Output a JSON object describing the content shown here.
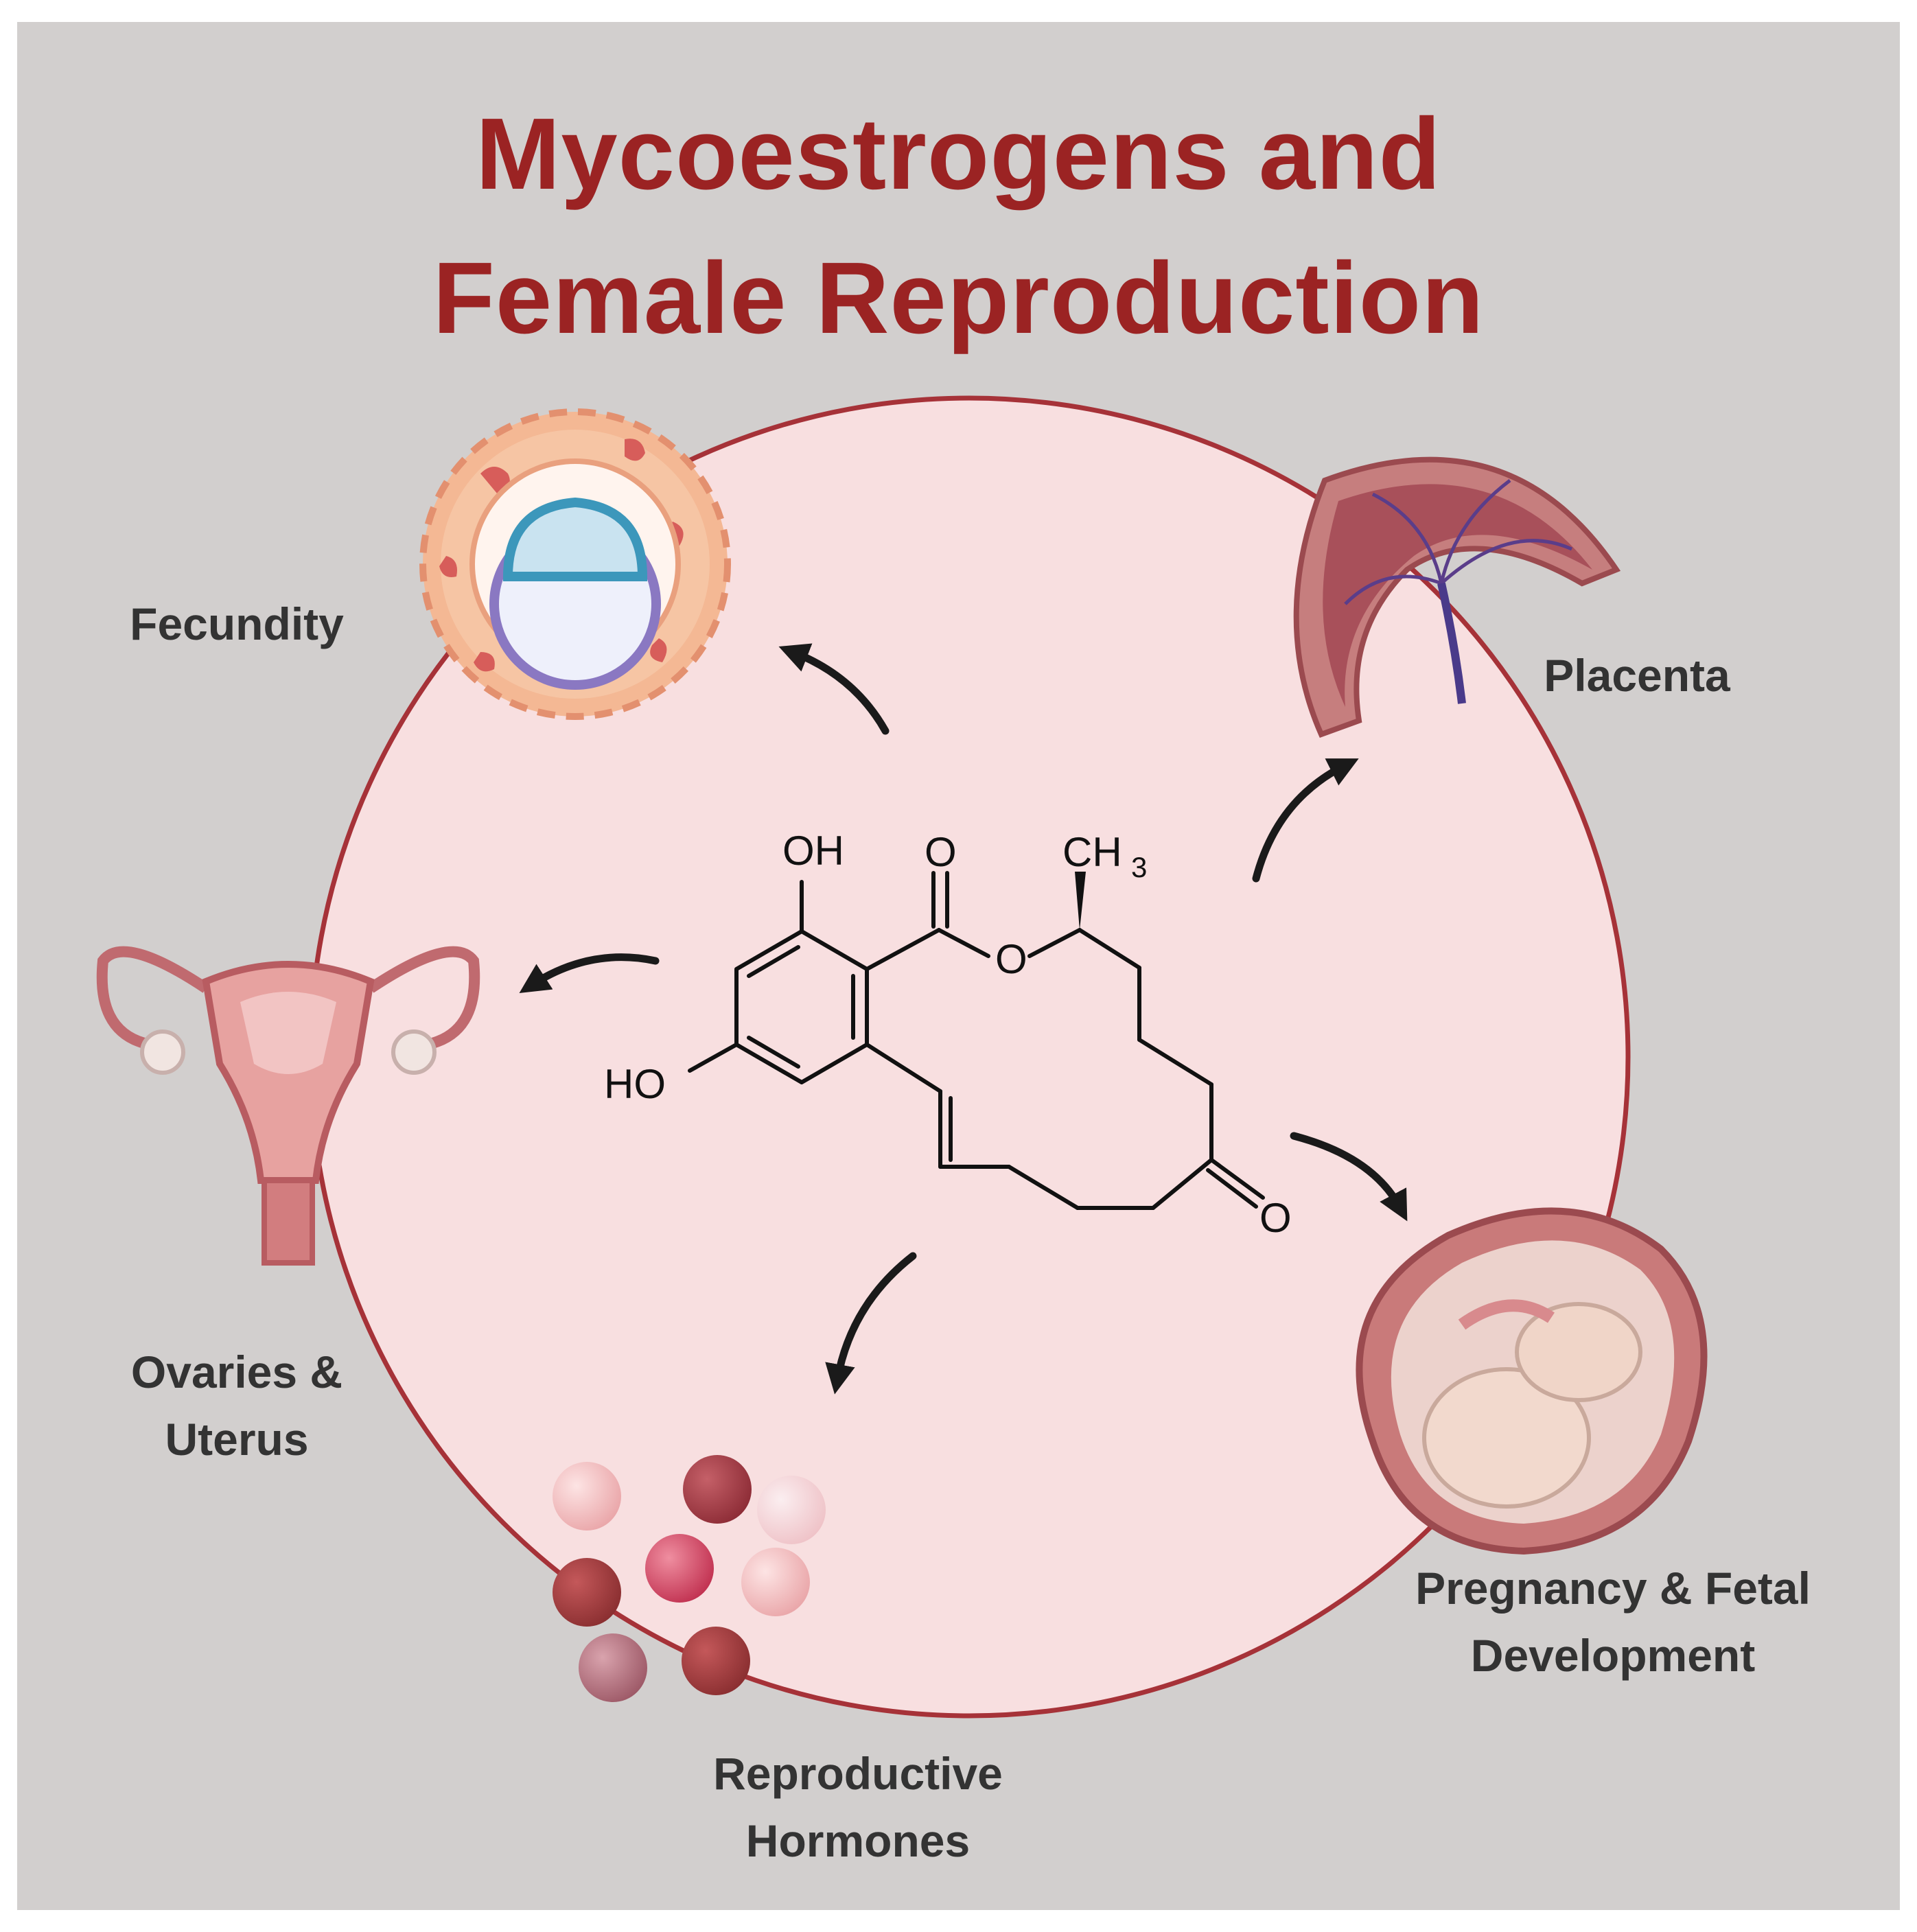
{
  "title": {
    "line1": "Mycoestrogens and",
    "line2": "Female Reproduction"
  },
  "molecule": {
    "groups": {
      "oh_top": "OH",
      "oh_left": "HO",
      "ester_carbonyl": "O",
      "ring_oxygen": "O",
      "methyl": "CH",
      "methyl_subscript": "3",
      "ketone": "O"
    }
  },
  "outcomes": {
    "fecundity": {
      "label": "Fecundity",
      "icon": "ovarian-follicle-icon"
    },
    "placenta": {
      "label": "Placenta",
      "icon": "placenta-icon"
    },
    "ovaries_uterus": {
      "line1": "Ovaries &",
      "line2": "Uterus",
      "icon": "uterus-icon"
    },
    "pregnancy": {
      "line1": "Pregnancy & Fetal",
      "line2": "Development",
      "icon": "fetus-in-womb-icon"
    },
    "hormones": {
      "line1": "Reproductive",
      "line2": "Hormones",
      "icon": "hormone-spheres-icon"
    }
  },
  "colors": {
    "title": "#9b2323",
    "circle_fill": "#f8dfe0",
    "circle_stroke": "#a63238",
    "background": "#d2cfce",
    "label": "#333333"
  }
}
